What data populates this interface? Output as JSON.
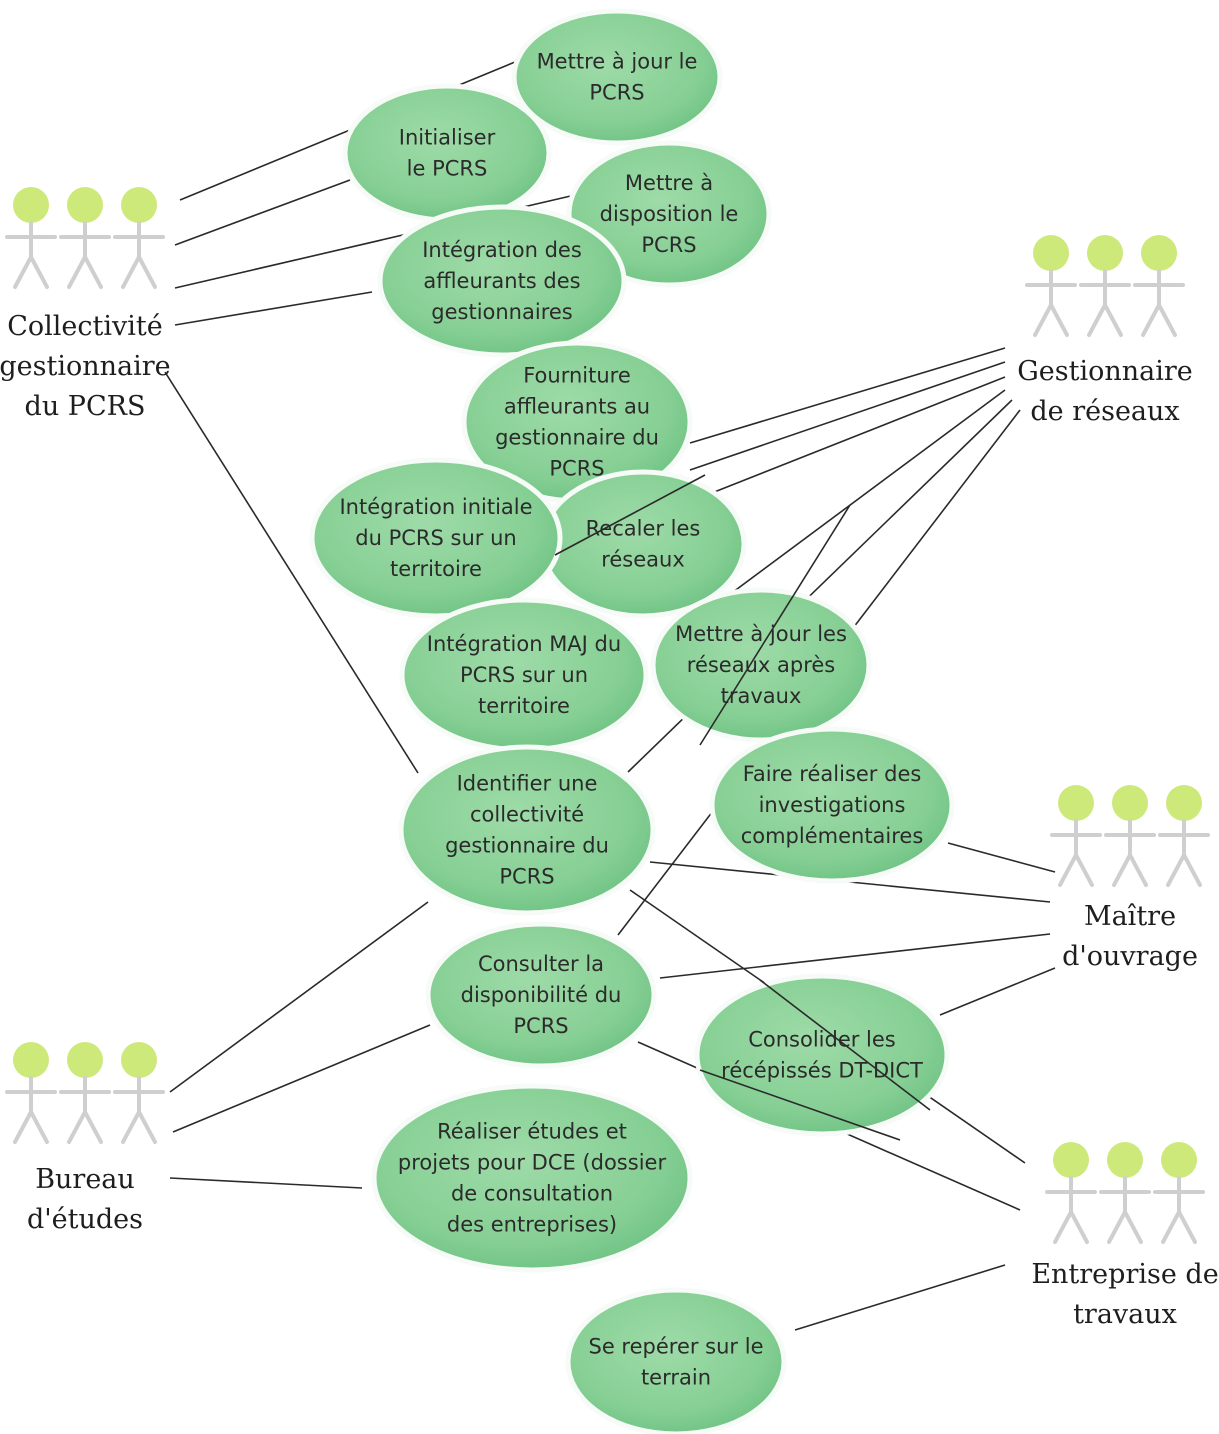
{
  "colors": {
    "usecase_fill": "#8fd49b",
    "usecase_fill_dark": "#6cc182",
    "actor_head": "#cde97a",
    "actor_body": "#cfcfcf",
    "line": "#2a2a2a"
  },
  "actors": [
    {
      "id": "collectivite",
      "lines": [
        "Collectivité",
        "gestionnaire",
        "du PCRS"
      ]
    },
    {
      "id": "gestionnaire",
      "lines": [
        "Gestionnaire",
        "de réseaux"
      ]
    },
    {
      "id": "maitre",
      "lines": [
        "Maître",
        "d'ouvrage"
      ]
    },
    {
      "id": "bureau",
      "lines": [
        "Bureau",
        "d'études"
      ]
    },
    {
      "id": "entreprise",
      "lines": [
        "Entreprise de",
        "travaux"
      ]
    }
  ],
  "use_cases": [
    {
      "id": "uc1",
      "lines": [
        "Mettre à jour le",
        "PCRS"
      ]
    },
    {
      "id": "uc2",
      "lines": [
        "Initialiser",
        "le PCRS"
      ]
    },
    {
      "id": "uc3",
      "lines": [
        "Mettre à",
        "disposition le",
        "PCRS"
      ]
    },
    {
      "id": "uc4",
      "lines": [
        "Intégration des",
        "affleurants des",
        "gestionnaires"
      ]
    },
    {
      "id": "uc5",
      "lines": [
        "Fourniture",
        "affleurants au",
        "gestionnaire du",
        "PCRS"
      ]
    },
    {
      "id": "uc6",
      "lines": [
        "Recaler les",
        "réseaux"
      ]
    },
    {
      "id": "uc7",
      "lines": [
        "Intégration initiale",
        "du PCRS sur un",
        "territoire"
      ]
    },
    {
      "id": "uc8",
      "lines": [
        "Intégration MAJ du",
        "PCRS sur un",
        "territoire"
      ]
    },
    {
      "id": "uc9",
      "lines": [
        "Mettre à jour les",
        "réseaux après",
        "travaux"
      ]
    },
    {
      "id": "uc10",
      "lines": [
        "Faire réaliser des",
        "investigations",
        "complémentaires"
      ]
    },
    {
      "id": "uc11",
      "lines": [
        "Identifier une",
        "collectivité",
        "gestionnaire du",
        "PCRS"
      ]
    },
    {
      "id": "uc12",
      "lines": [
        "Consulter la",
        "disponibilité du",
        "PCRS"
      ]
    },
    {
      "id": "uc13",
      "lines": [
        "Consolider les",
        "récépissés DT-DICT"
      ]
    },
    {
      "id": "uc14",
      "lines": [
        "Réaliser études et",
        "projets pour DCE (dossier",
        "de  consultation",
        "des entreprises)"
      ]
    },
    {
      "id": "uc15",
      "lines": [
        "Se repérer sur le",
        "terrain"
      ]
    }
  ]
}
